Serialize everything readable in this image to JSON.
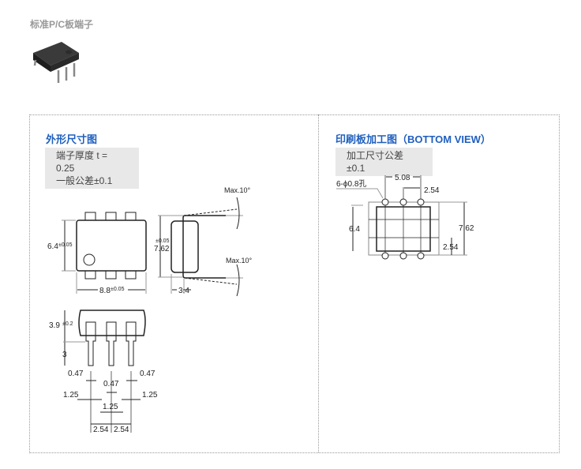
{
  "package": {
    "title": "标准P/C板端子",
    "image_icon": "ic-chip-image"
  },
  "left_section": {
    "title": "外形尺寸图",
    "note_line1": "端子厚度 t = 0.25",
    "note_line2": "一般公差±0.1",
    "dims": {
      "height": "6.4",
      "height_tol": "±0.05",
      "width": "8.8",
      "width_tol": "±0.05",
      "row_spacing": "7.62",
      "row_spacing_tol": "±0.05",
      "side_depth": "3.4",
      "max_angle_top": "Max.10°",
      "max_angle_bottom": "Max.10°",
      "body_height": "3.9",
      "body_height_tol": "±0.2",
      "lead_length": "3",
      "lead_width_left": "0.47",
      "lead_width_right": "0.47",
      "lead_width_center": "0.47",
      "shoulder_left": "1.25",
      "shoulder_right": "1.25",
      "shoulder_center": "1.25",
      "pitch_left": "2.54",
      "pitch_right": "2.54"
    }
  },
  "right_section": {
    "title": "印刷板加工图（BOTTOM VIEW）",
    "note": "加工尺寸公差±0.1",
    "dims": {
      "holes": "6-ϕ0.8孔",
      "span": "5.08",
      "pitch": "2.54",
      "height": "6.4",
      "row_spacing": "7.62",
      "row_pitch": "2.54"
    }
  }
}
